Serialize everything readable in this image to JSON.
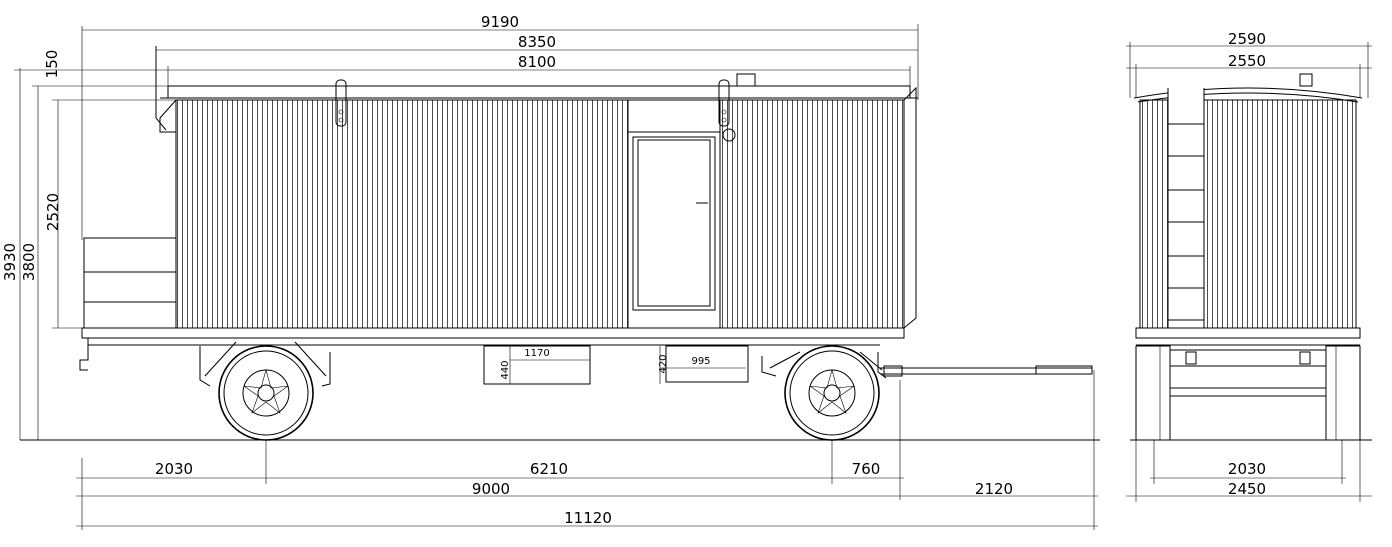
{
  "side_view": {
    "dimensions": {
      "overall_top": "9190",
      "roof_length": "8350",
      "body_length": "8100",
      "height_total": "3930",
      "height_body_top": "3800",
      "roof_offset": "150",
      "body_height": "2520",
      "box_left_width": "1170",
      "box_left_height": "440",
      "box_right_width": "995",
      "box_right_height": "420",
      "front_overhang": "2030",
      "wheelbase": "6210",
      "rear_overhang": "760",
      "chassis_length": "9000",
      "drawbar_length": "2120",
      "overall_length": "11120"
    }
  },
  "end_view": {
    "dimensions": {
      "roof_width": "2590",
      "body_width": "2550",
      "track_width": "2030",
      "overall_width": "2450"
    }
  }
}
